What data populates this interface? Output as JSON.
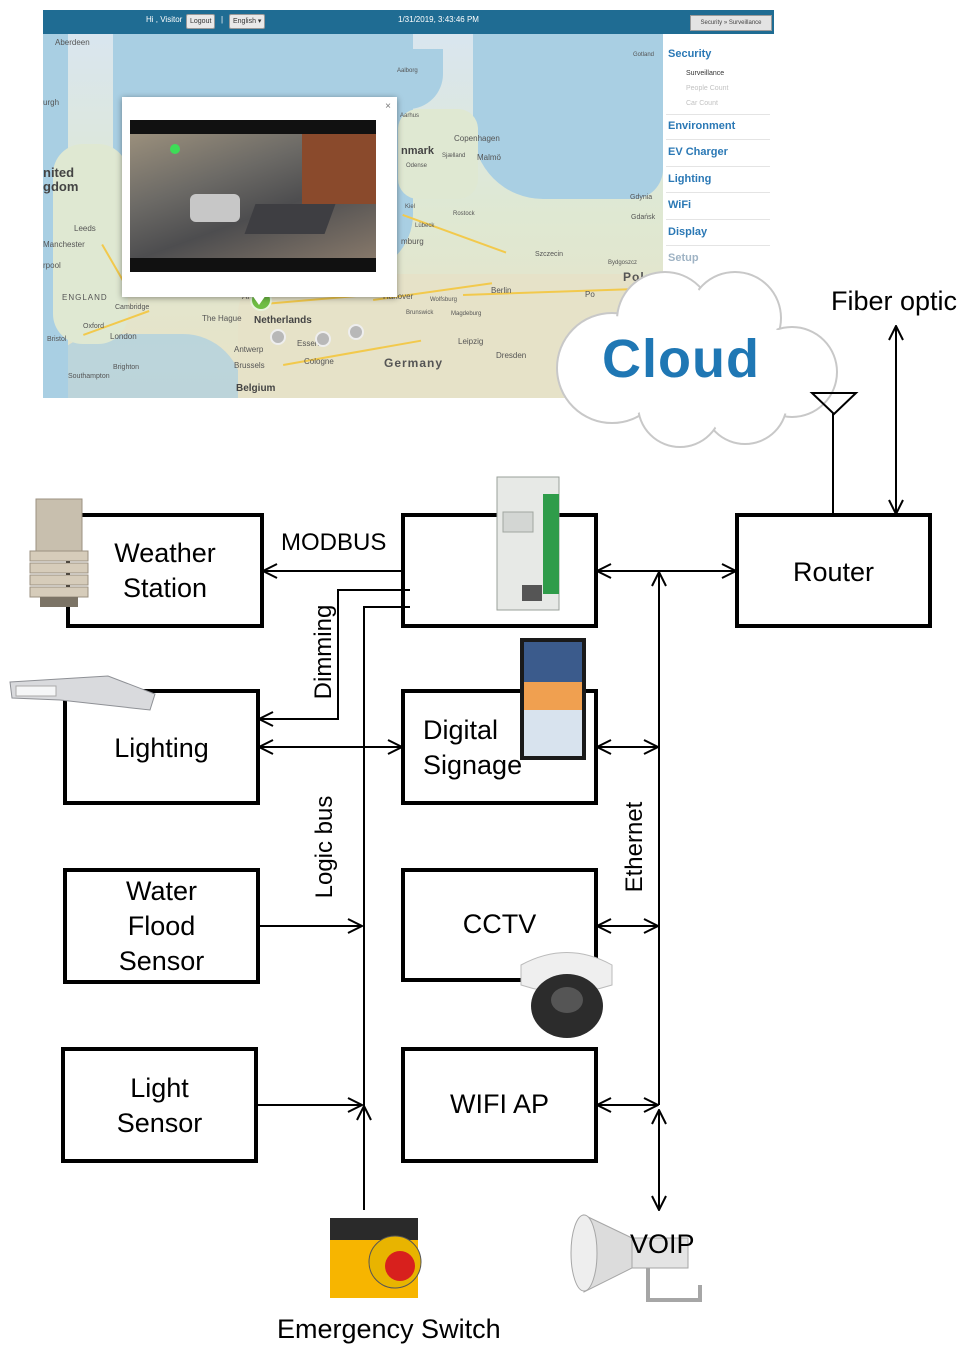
{
  "web_ui": {
    "greeting": "Hi , Visitor",
    "logout_label": "Logout",
    "separator": "|",
    "language": "English ▾",
    "datetime": "1/31/2019, 3:43:46 PM",
    "breadcrumb": "Security » Surveillance",
    "popup_close": "×",
    "menu": {
      "security": "Security",
      "surveillance": "Surveillance",
      "people_count": "People Count",
      "car_count": "Car Count",
      "environment": "Environment",
      "ev_charger": "EV Charger",
      "lighting": "Lighting",
      "wifi": "WiFi",
      "display": "Display",
      "setup": "Setup"
    },
    "map_labels": {
      "aberdeen": "Aberdeen",
      "united_kingdom": "nited\ngdom",
      "urgh": "urgh",
      "leeds": "Leeds",
      "manchester": "Manchester",
      "rpool": "rpool",
      "england": "ENGLAND",
      "cambridge": "Cambridge",
      "oxford": "Oxford",
      "bristol": "Bristol",
      "london": "London",
      "southampton": "Southampton",
      "brighton": "Brighton",
      "the_hague": "The Hague",
      "amsterdam": "Am  dam",
      "netherlands": "Netherlands",
      "antwerp": "Antwerp",
      "brussels": "Brussels",
      "belgium": "Belgium",
      "essen": "Essen",
      "cologne": "Cologne",
      "germany": "Germany",
      "hanover": "Hanover",
      "berlin": "Berlin",
      "leipzig": "Leipzig",
      "dresden": "Dresden",
      "wolfsburg": "Wolfsburg",
      "brunswick": "Brunswick",
      "magdeburg": "Magdeburg",
      "denmark": "nmark",
      "copenhagen": "Copenhagen",
      "malmo": "Malmö",
      "sjaelland": "Sjælland",
      "odense": "Odense",
      "aarhus": "Aarhus",
      "aalborg": "Aalborg",
      "gdynia": "Gdynia",
      "gdansk": "Gdańsk",
      "szczecin": "Szczecin",
      "bydgoszcz": "Bydgoszcz",
      "poland": "Polar",
      "rostock": "Rostock",
      "lubeck": "Lübeck",
      "hamburg": "mburg",
      "kiel": "Kiel",
      "gotland": "Gotland",
      "po": "Po"
    }
  },
  "diagram": {
    "cloud": "Cloud",
    "fiber_optic": "Fiber optic",
    "router": "Router",
    "weather_station": "Weather\nStation",
    "modbus": "MODBUS",
    "dimming": "Dimming",
    "lighting": "Lighting",
    "digital_signage": "Digital\nSignage",
    "logic_bus": "Logic bus",
    "ethernet": "Ethernet",
    "water_flood_sensor": "Water\nFlood\nSensor",
    "cctv": "CCTV",
    "light_sensor": "Light\nSensor",
    "wifi_ap": "WIFI AP",
    "voip": "VOIP",
    "emergency_switch": "Emergency Switch"
  },
  "colors": {
    "topbar": "#1f6c93",
    "menu_link": "#2a78b5",
    "cloud_text": "#1f77b4",
    "lines": "#000000"
  }
}
